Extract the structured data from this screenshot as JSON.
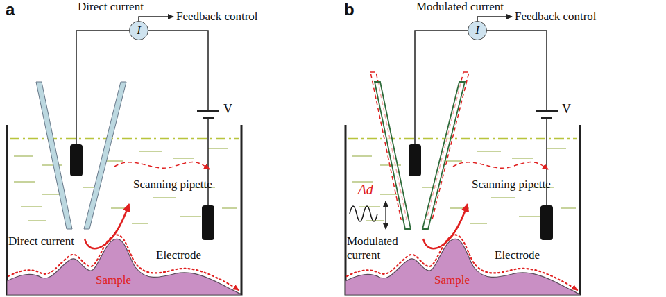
{
  "diagram": {
    "nodes": [
      {
        "text": [
          "I"
        ]
      },
      {
        "text": [
          "Sample"
        ]
      },
      {
        "text": [
          "I"
        ]
      },
      {
        "text": [
          "Sample"
        ]
      }
    ],
    "labels": [
      "a",
      "Direct current",
      "Feedback control",
      "V",
      "Scanning pipette",
      "Direct current",
      "Electrode",
      "b",
      "Modulated current",
      "Feedback control",
      "V",
      "Δd",
      "Scanning pipette",
      "Modulated current",
      "Electrode"
    ]
  }
}
